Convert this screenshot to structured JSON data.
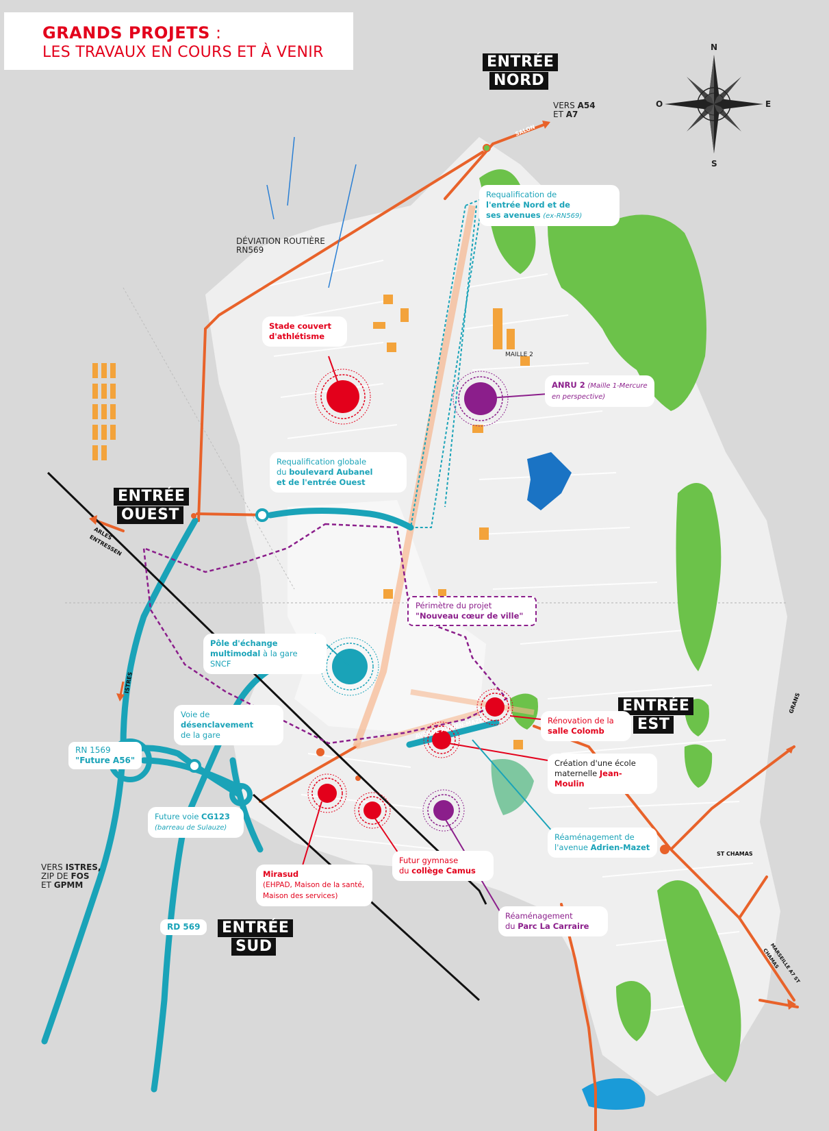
{
  "title": {
    "main": "GRANDS PROJETS",
    "colon": " :",
    "sub": "LES TRAVAUX EN COURS ET À VENIR"
  },
  "entries": {
    "nord": [
      "ENTRÉE",
      "NORD"
    ],
    "ouest": [
      "ENTRÉE",
      "OUEST"
    ],
    "est": [
      "ENTRÉE",
      "EST"
    ],
    "sud": [
      "ENTRÉE",
      "SUD"
    ]
  },
  "compass": {
    "n": "N",
    "s": "S",
    "e": "E",
    "o": "O"
  },
  "labels": {
    "vers_a54": {
      "l1_pre": "VERS ",
      "l1_b": "A54",
      "l2_pre": "ET ",
      "l2_b": "A7"
    },
    "deviation": {
      "l1": "DÉVIATION ROUTIÈRE",
      "l2": "RN569"
    },
    "rn1569": {
      "l1": "RN 1569",
      "l2": "\"Future A56\""
    },
    "rd569": "RD 569",
    "vers_istres": {
      "l1_pre": "VERS ",
      "l1_b": "ISTRES,",
      "l2_pre": "ZIP DE ",
      "l2_b": "FOS",
      "l3_pre": "ET ",
      "l3_b": "GPMM"
    },
    "avenue_adrien": "AVENUE ADRIEN-MAZET",
    "maille2": "MAILLE 2",
    "salon": "SALON",
    "arles": "ARLES ENTRESSEN",
    "istres_road": "ISTRES",
    "marseille": "MARSEILLE A7 ST CHAMAS",
    "st_chamas": "ST CHAMAS",
    "grans": "GRANS"
  },
  "cards": {
    "nord_avenues": {
      "l1": "Requalification de",
      "l2_b": "l'entrée Nord et de",
      "l3_b": "ses avenues",
      "l3_i": "(ex-RN569)"
    },
    "stade": {
      "l1": "Stade couvert",
      "l2": "d'athlétisme"
    },
    "anru": {
      "b": "ANRU 2",
      "i1": "(Maille 1-Mercure",
      "i2": "en perspective)"
    },
    "aubanel": {
      "l1": "Requalification globale",
      "l2_pre": "du ",
      "l2_b": "boulevard Aubanel",
      "l3_b": "et de l'entrée Ouest"
    },
    "perimetre": {
      "l1": "Périmètre du projet",
      "l2": "\"Nouveau cœur de ville\""
    },
    "pole": {
      "l1_b": "Pôle d'échange",
      "l2_b": "multimodal",
      "l2": " à la gare SNCF"
    },
    "voie": {
      "l1_pre": "Voie de ",
      "l1_b": "désenclavement",
      "l2": "de la gare"
    },
    "colomb": {
      "l1": "Rénovation de la",
      "l2": "salle Colomb"
    },
    "ecole": {
      "l1": "Création d'une école",
      "l2_pre": "maternelle ",
      "l2_b": "Jean-Moulin"
    },
    "cg123": {
      "l1_pre": "Future voie ",
      "l1_b": "CG123",
      "l2": "(barreau de Sulauze)"
    },
    "mirasud": {
      "l1": "Mirasud",
      "l2": "(EHPAD, Maison de la santé,",
      "l3": "Maison des services)"
    },
    "gymnase": {
      "l1": "Futur gymnase",
      "l2_pre": "du ",
      "l2_b": "collège Camus"
    },
    "adrien": {
      "l1": "Réaménagement de",
      "l2_pre": "l'avenue ",
      "l2_b": "Adrien-Mazet"
    },
    "carraire": {
      "l1": "Réaménagement",
      "l2_pre": "du ",
      "l2_b": "Parc La Carraire"
    }
  },
  "colors": {
    "red": "#e3001b",
    "teal": "#1aa3b8",
    "purple": "#8b1e8b",
    "orange": "#e8622a",
    "green": "#6cc24a",
    "blue": "#1a73c4"
  }
}
